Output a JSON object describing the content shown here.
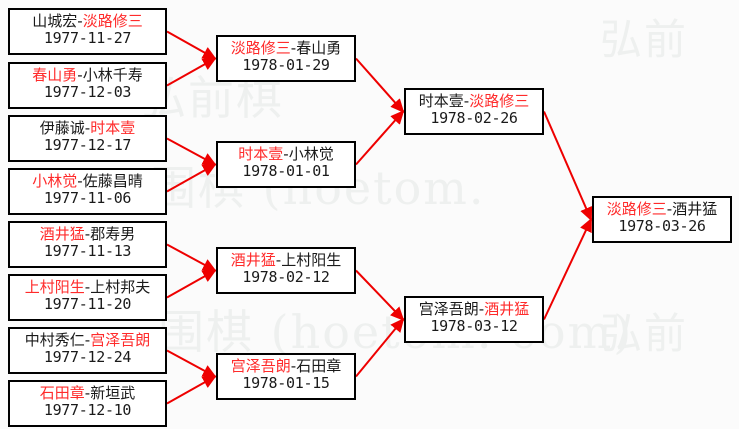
{
  "diagram": {
    "title": "Tournament Bracket",
    "accent_color": "#ff2b2b",
    "line_color": "#ee0000",
    "separator": "-"
  },
  "watermark": {
    "line1": "弘前棋",
    "line2": "围棋 (hoetom.",
    "line3": "围棋 (hoetom. com)",
    "line4": "弘前",
    "line5": "弘前"
  },
  "rounds": [
    {
      "name": "round-1",
      "matches": [
        {
          "id": "r1m1",
          "winner": "淡路修三",
          "loser": "山城宏",
          "winner_side": "right",
          "date": "1977-11-27"
        },
        {
          "id": "r1m2",
          "winner": "春山勇",
          "loser": "小林千寿",
          "winner_side": "left",
          "date": "1977-12-03"
        },
        {
          "id": "r1m3",
          "winner": "时本壹",
          "loser": "伊藤诚",
          "winner_side": "right",
          "date": "1977-12-17"
        },
        {
          "id": "r1m4",
          "winner": "小林觉",
          "loser": "佐藤昌晴",
          "winner_side": "left",
          "date": "1977-11-06"
        },
        {
          "id": "r1m5",
          "winner": "酒井猛",
          "loser": "郡寿男",
          "winner_side": "left",
          "date": "1977-11-13"
        },
        {
          "id": "r1m6",
          "winner": "上村阳生",
          "loser": "上村邦夫",
          "winner_side": "left",
          "date": "1977-11-20"
        },
        {
          "id": "r1m7",
          "winner": "宫泽吾朗",
          "loser": "中村秀仁",
          "winner_side": "right",
          "date": "1977-12-24"
        },
        {
          "id": "r1m8",
          "winner": "石田章",
          "loser": "新垣武",
          "winner_side": "left",
          "date": "1977-12-10"
        }
      ]
    },
    {
      "name": "round-2",
      "matches": [
        {
          "id": "r2m1",
          "winner": "淡路修三",
          "loser": "春山勇",
          "winner_side": "left",
          "date": "1978-01-29"
        },
        {
          "id": "r2m2",
          "winner": "时本壹",
          "loser": "小林觉",
          "winner_side": "left",
          "date": "1978-01-01"
        },
        {
          "id": "r2m3",
          "winner": "酒井猛",
          "loser": "上村阳生",
          "winner_side": "left",
          "date": "1978-02-12"
        },
        {
          "id": "r2m4",
          "winner": "宫泽吾朗",
          "loser": "石田章",
          "winner_side": "left",
          "date": "1978-01-15"
        }
      ]
    },
    {
      "name": "semifinal",
      "matches": [
        {
          "id": "sf1",
          "winner": "淡路修三",
          "loser": "时本壹",
          "winner_side": "right",
          "date": "1978-02-26"
        },
        {
          "id": "sf2",
          "winner": "酒井猛",
          "loser": "宫泽吾朗",
          "winner_side": "right",
          "date": "1978-03-12"
        }
      ]
    },
    {
      "name": "final",
      "matches": [
        {
          "id": "f1",
          "winner": "淡路修三",
          "loser": "酒井猛",
          "winner_side": "left",
          "date": "1978-03-26"
        }
      ]
    }
  ]
}
